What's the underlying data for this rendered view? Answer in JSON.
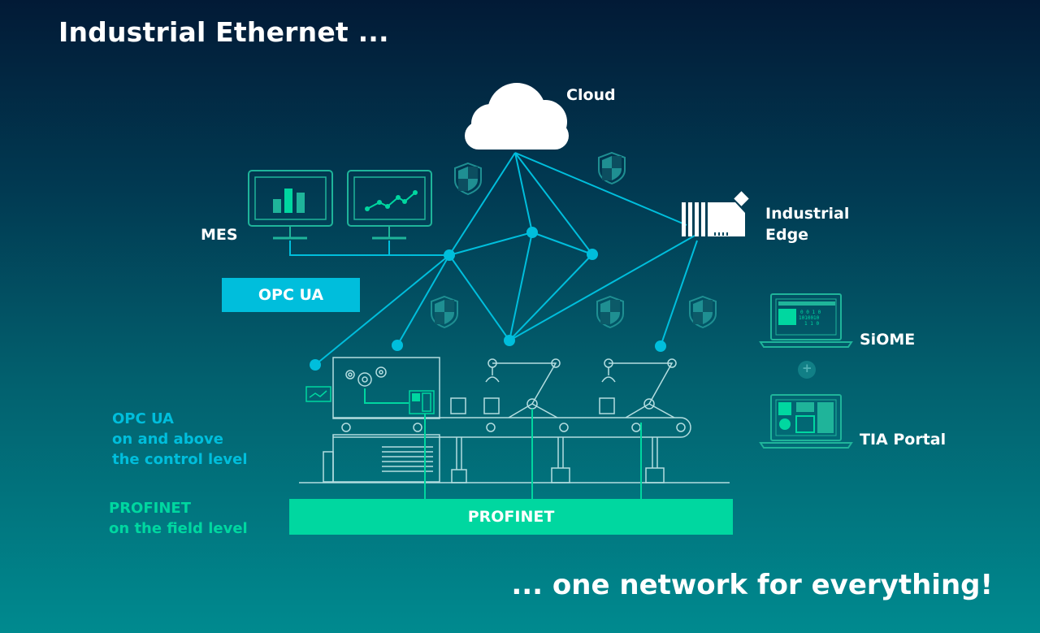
{
  "title": "Industrial Ethernet ...",
  "tagline": "... one network for everything!",
  "labels": {
    "cloud": "Cloud",
    "mes": "MES",
    "edge_line1": "Industrial",
    "edge_line2": "Edge",
    "siome": "SiOME",
    "tia": "TIA Portal",
    "opcua_box": "OPC UA",
    "profinet_bar": "PROFINET",
    "opc_note": [
      "OPC UA",
      "on and above",
      "the control level"
    ],
    "profinet_note": [
      "PROFINET",
      "on the field level"
    ],
    "plus": "+"
  },
  "colors": {
    "opc_blue": "#00bedc",
    "profinet_green": "#00d7a0",
    "shield": "#1f8f92",
    "white": "#ffffff"
  },
  "icons": [
    "cloud-icon",
    "shield-icon",
    "monitor-bar-chart-icon",
    "monitor-line-chart-icon",
    "industrial-edge-icon",
    "laptop-siome-icon",
    "laptop-tia-portal-icon",
    "robot-arm-icon",
    "gear-icon",
    "conveyor-icon"
  ]
}
